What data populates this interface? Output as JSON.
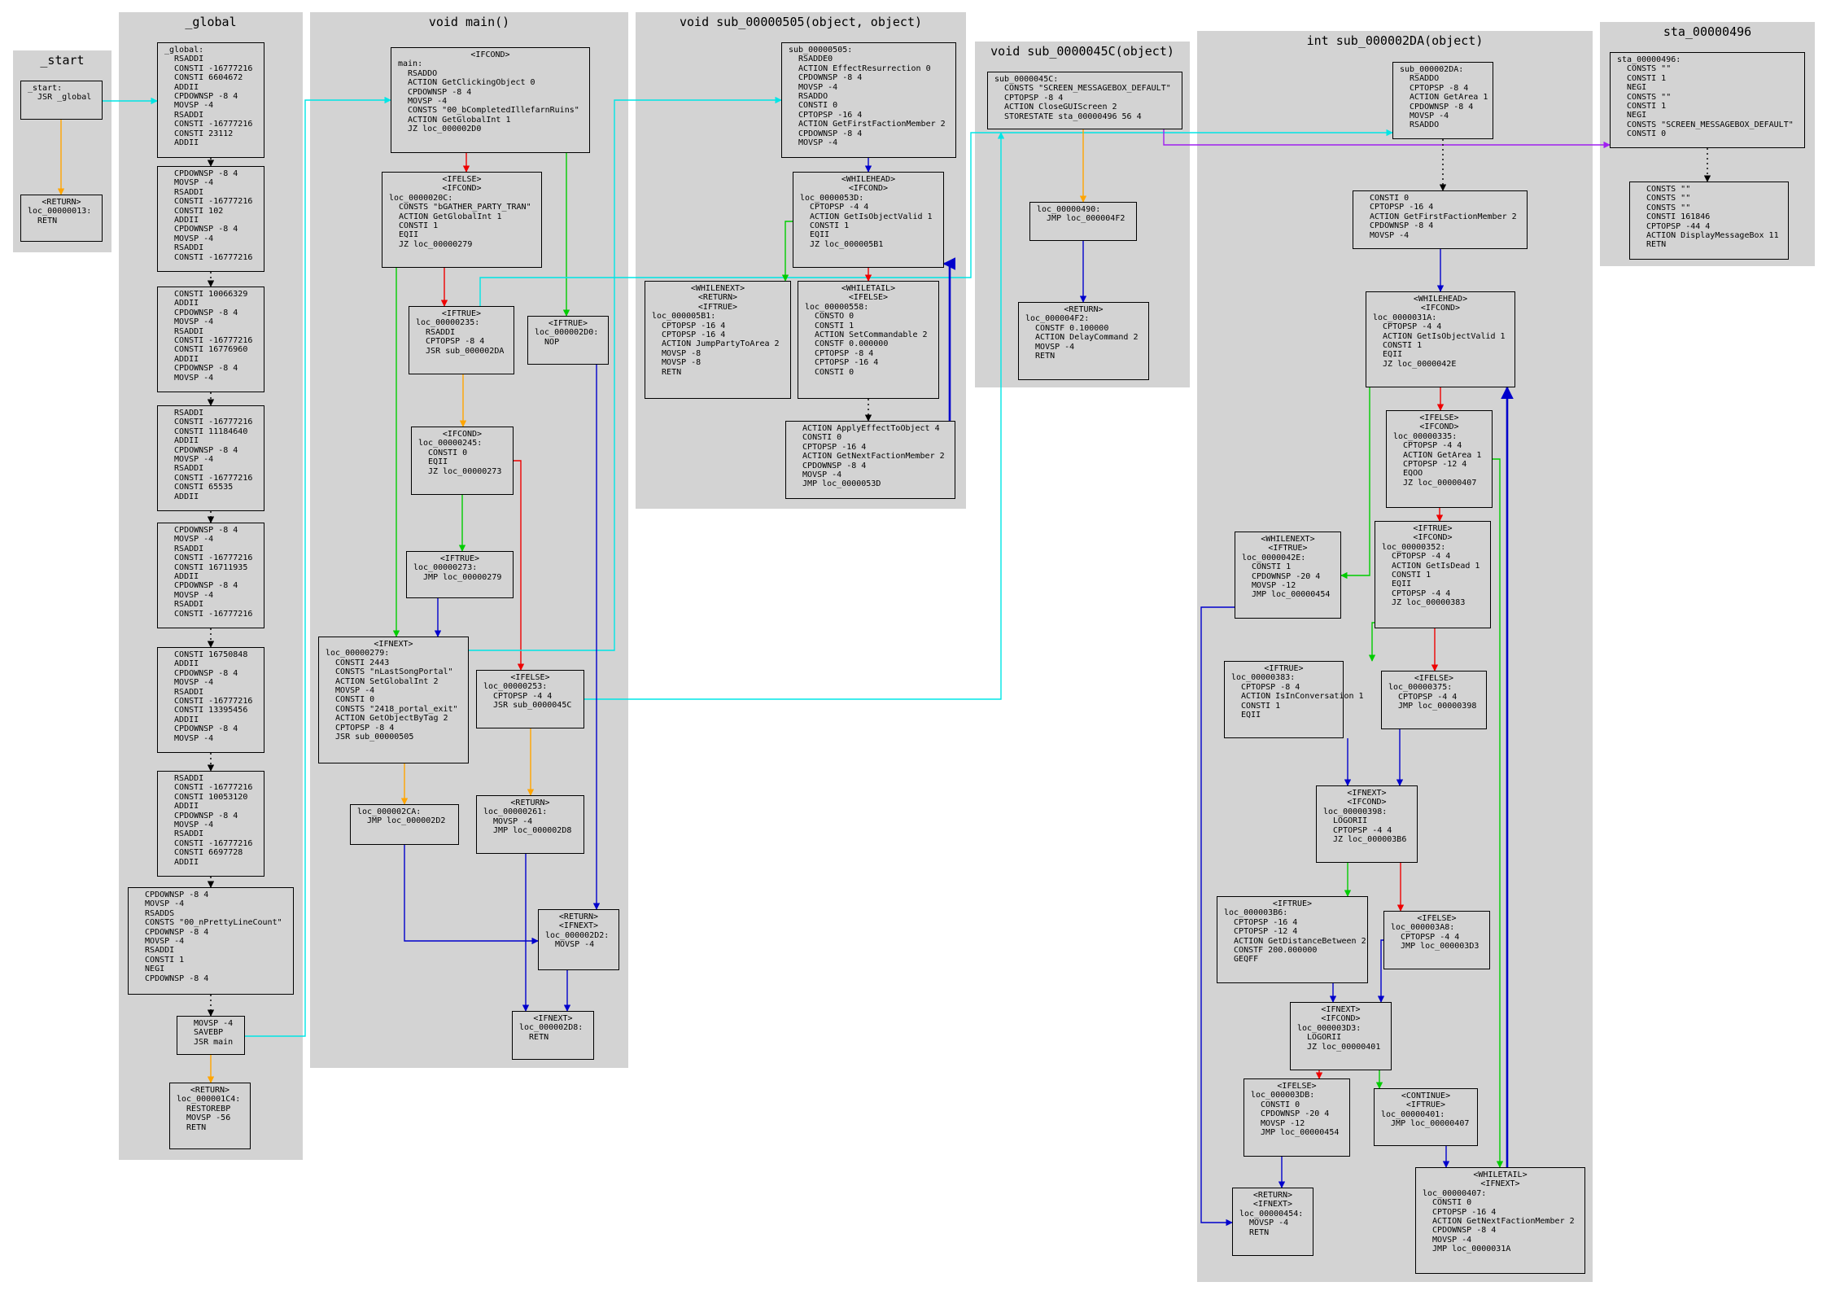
{
  "colors": {
    "cluster_fill": "#d3d3d3",
    "node_border": "#000000",
    "edge_fallthrough": "#ffa500",
    "edge_true": "#00cc00",
    "edge_false": "#ee0000",
    "edge_jump": "#0000cc",
    "edge_call": "#00e5e5",
    "edge_store": "#a020f0",
    "edge_sequence": "#000000"
  },
  "clusters": [
    {
      "id": "c_start",
      "title": "_start"
    },
    {
      "id": "c_global",
      "title": "_global"
    },
    {
      "id": "c_main",
      "title": "void main()"
    },
    {
      "id": "c_505",
      "title": "void sub_00000505(object, object)"
    },
    {
      "id": "c_45c",
      "title": "void sub_0000045C(object)"
    },
    {
      "id": "c_2da",
      "title": "int sub_000002DA(object)"
    },
    {
      "id": "c_sta",
      "title": "sta_00000496"
    }
  ],
  "nodes": [
    {
      "id": "start_main",
      "head": "",
      "body": "_start:\n  JSR _global"
    },
    {
      "id": "start_ret",
      "head": "<RETURN>",
      "body": "loc_00000013:\n  RETN"
    },
    {
      "id": "g1",
      "head": "",
      "body": "_global:\n  RSADDI\n  CONSTI -16777216\n  CONSTI 6604672\n  ADDII\n  CPDOWNSP -8 4\n  MOVSP -4\n  RSADDI\n  CONSTI -16777216\n  CONSTI 23112\n  ADDII"
    },
    {
      "id": "g2",
      "head": "",
      "body": "  CPDOWNSP -8 4\n  MOVSP -4\n  RSADDI\n  CONSTI -16777216\n  CONSTI 102\n  ADDII\n  CPDOWNSP -8 4\n  MOVSP -4\n  RSADDI\n  CONSTI -16777216"
    },
    {
      "id": "g3",
      "head": "",
      "body": "  CONSTI 10066329\n  ADDII\n  CPDOWNSP -8 4\n  MOVSP -4\n  RSADDI\n  CONSTI -16777216\n  CONSTI 16776960\n  ADDII\n  CPDOWNSP -8 4\n  MOVSP -4"
    },
    {
      "id": "g4",
      "head": "",
      "body": "  RSADDI\n  CONSTI -16777216\n  CONSTI 11184640\n  ADDII\n  CPDOWNSP -8 4\n  MOVSP -4\n  RSADDI\n  CONSTI -16777216\n  CONSTI 65535\n  ADDII"
    },
    {
      "id": "g5",
      "head": "",
      "body": "  CPDOWNSP -8 4\n  MOVSP -4\n  RSADDI\n  CONSTI -16777216\n  CONSTI 16711935\n  ADDII\n  CPDOWNSP -8 4\n  MOVSP -4\n  RSADDI\n  CONSTI -16777216"
    },
    {
      "id": "g6",
      "head": "",
      "body": "  CONSTI 16750848\n  ADDII\n  CPDOWNSP -8 4\n  MOVSP -4\n  RSADDI\n  CONSTI -16777216\n  CONSTI 13395456\n  ADDII\n  CPDOWNSP -8 4\n  MOVSP -4"
    },
    {
      "id": "g7",
      "head": "",
      "body": "  RSADDI\n  CONSTI -16777216\n  CONSTI 10053120\n  ADDII\n  CPDOWNSP -8 4\n  MOVSP -4\n  RSADDI\n  CONSTI -16777216\n  CONSTI 6697728\n  ADDII"
    },
    {
      "id": "g8",
      "head": "",
      "body": "  CPDOWNSP -8 4\n  MOVSP -4\n  RSADDS\n  CONSTS \"00_nPrettyLineCount\"\n  CPDOWNSP -8 4\n  MOVSP -4\n  RSADDI\n  CONSTI 1\n  NEGI\n  CPDOWNSP -8 4"
    },
    {
      "id": "g9",
      "head": "",
      "body": "  MOVSP -4\n  SAVEBP\n  JSR main"
    },
    {
      "id": "g_ret",
      "head": "<RETURN>",
      "body": "loc_000001C4:\n  RESTOREBP\n  MOVSP -56\n  RETN"
    },
    {
      "id": "m_main",
      "head": "<IFCOND>",
      "body": "main:\n  RSADDO\n  ACTION GetClickingObject 0\n  CPDOWNSP -8 4\n  MOVSP -4\n  CONSTS \"00_bCompletedIllefarnRuins\"\n  ACTION GetGlobalInt 1\n  JZ loc_000002D0"
    },
    {
      "id": "m_20c",
      "head": "<IFELSE>\n<IFCOND>",
      "body": "loc_0000020C:\n  CONSTS \"bGATHER_PARTY_TRAN\"\n  ACTION GetGlobalInt 1\n  CONSTI 1\n  EQII\n  JZ loc_00000279"
    },
    {
      "id": "m_235",
      "head": "<IFTRUE>",
      "body": "loc_00000235:\n  RSADDI\n  CPTOPSP -8 4\n  JSR sub_000002DA"
    },
    {
      "id": "m_2d0",
      "head": "<IFTRUE>",
      "body": "loc_000002D0:\n  NOP"
    },
    {
      "id": "m_245",
      "head": "<IFCOND>",
      "body": "loc_00000245:\n  CONSTI 0\n  EQII\n  JZ loc_00000273"
    },
    {
      "id": "m_273",
      "head": "<IFTRUE>",
      "body": "loc_00000273:\n  JMP loc_00000279"
    },
    {
      "id": "m_279",
      "head": "<IFNEXT>",
      "body": "loc_00000279:\n  CONSTI 2443\n  CONSTS \"nLastSongPortal\"\n  ACTION SetGlobalInt 2\n  MOVSP -4\n  CONSTI 0\n  CONSTS \"2418_portal_exit\"\n  ACTION GetObjectByTag 2\n  CPTOPSP -8 4\n  JSR sub_00000505"
    },
    {
      "id": "m_253",
      "head": "<IFELSE>",
      "body": "loc_00000253:\n  CPTOPSP -4 4\n  JSR sub_0000045C"
    },
    {
      "id": "m_2ca",
      "head": "",
      "body": "loc_000002CA:\n  JMP loc_000002D2"
    },
    {
      "id": "m_261",
      "head": "<RETURN>",
      "body": "loc_00000261:\n  MOVSP -4\n  JMP loc_000002D8"
    },
    {
      "id": "m_2d2",
      "head": "<RETURN>\n<IFNEXT>",
      "body": "loc_000002D2:\n  MOVSP -4"
    },
    {
      "id": "m_2d8",
      "head": "<IFNEXT>",
      "body": "loc_000002D8:\n  RETN"
    },
    {
      "id": "s_505",
      "head": "",
      "body": "sub_00000505:\n  RSADDE0\n  ACTION EffectResurrection 0\n  CPDOWNSP -8 4\n  MOVSP -4\n  RSADDO\n  CONSTI 0\n  CPTOPSP -16 4\n  ACTION GetFirstFactionMember 2\n  CPDOWNSP -8 4\n  MOVSP -4"
    },
    {
      "id": "s_53d",
      "head": "<WHILEHEAD>\n<IFCOND>",
      "body": "loc_0000053D:\n  CPTOPSP -4 4\n  ACTION GetIsObjectValid 1\n  CONSTI 1\n  EQII\n  JZ loc_000005B1"
    },
    {
      "id": "s_5b1",
      "head": "<WHILENEXT>\n<RETURN>\n<IFTRUE>",
      "body": "loc_000005B1:\n  CPTOPSP -16 4\n  CPTOPSP -16 4\n  ACTION JumpPartyToArea 2\n  MOVSP -8\n  MOVSP -8\n  RETN"
    },
    {
      "id": "s_558",
      "head": "<WHILETAIL>\n<IFELSE>",
      "body": "loc_00000558:\n  CONSTO 0\n  CONSTI 1\n  ACTION SetCommandable 2\n  CONSTF 0.000000\n  CPTOPSP -8 4\n  CPTOPSP -16 4\n  CONSTI 0"
    },
    {
      "id": "s_apply",
      "head": "",
      "body": "  ACTION ApplyEffectToObject 4\n  CONSTI 0\n  CPTOPSP -16 4\n  ACTION GetNextFactionMember 2\n  CPDOWNSP -8 4\n  MOVSP -4\n  JMP loc_0000053D"
    },
    {
      "id": "q_45c",
      "head": "",
      "body": "sub_0000045C:\n  CONSTS \"SCREEN_MESSAGEBOX_DEFAULT\"\n  CPTOPSP -8 4\n  ACTION CloseGUIScreen 2\n  STORESTATE sta_00000496 56 4"
    },
    {
      "id": "q_490",
      "head": "",
      "body": "loc_00000490:\n  JMP loc_000004F2"
    },
    {
      "id": "q_4f2",
      "head": "<RETURN>",
      "body": "loc_000004F2:\n  CONSTF 0.100000\n  ACTION DelayCommand 2\n  MOVSP -4\n  RETN"
    },
    {
      "id": "d_2da",
      "head": "",
      "body": "sub_000002DA:\n  RSADDO\n  CPTOPSP -8 4\n  ACTION GetArea 1\n  CPDOWNSP -8 4\n  MOVSP -4\n  RSADDO"
    },
    {
      "id": "d_first",
      "head": "",
      "body": "  CONSTI 0\n  CPTOPSP -16 4\n  ACTION GetFirstFactionMember 2\n  CPDOWNSP -8 4\n  MOVSP -4"
    },
    {
      "id": "d_31a",
      "head": "<WHILEHEAD>\n<IFCOND>",
      "body": "loc_0000031A:\n  CPTOPSP -4 4\n  ACTION GetIsObjectValid 1\n  CONSTI 1\n  EQII\n  JZ loc_0000042E"
    },
    {
      "id": "d_335",
      "head": "<IFELSE>\n<IFCOND>",
      "body": "loc_00000335:\n  CPTOPSP -4 4\n  ACTION GetArea 1\n  CPTOPSP -12 4\n  EQOO\n  JZ loc_00000407"
    },
    {
      "id": "d_42e",
      "head": "<WHILENEXT>\n<IFTRUE>",
      "body": "loc_0000042E:\n  CONSTI 1\n  CPDOWNSP -20 4\n  MOVSP -12\n  JMP loc_00000454"
    },
    {
      "id": "d_352",
      "head": "<IFTRUE>\n<IFCOND>",
      "body": "loc_00000352:\n  CPTOPSP -4 4\n  ACTION GetIsDead 1\n  CONSTI 1\n  EQII\n  CPTOPSP -4 4\n  JZ loc_00000383"
    },
    {
      "id": "d_383",
      "head": "<IFTRUE>",
      "body": "loc_00000383:\n  CPTOPSP -8 4\n  ACTION IsInConversation 1\n  CONSTI 1\n  EQII"
    },
    {
      "id": "d_375",
      "head": "<IFELSE>",
      "body": "loc_00000375:\n  CPTOPSP -4 4\n  JMP loc_00000398"
    },
    {
      "id": "d_398",
      "head": "<IFNEXT>\n<IFCOND>",
      "body": "loc_00000398:\n  LOGORII\n  CPTOPSP -4 4\n  JZ loc_000003B6"
    },
    {
      "id": "d_3b6",
      "head": "<IFTRUE>",
      "body": "loc_000003B6:\n  CPTOPSP -16 4\n  CPTOPSP -12 4\n  ACTION GetDistanceBetween 2\n  CONSTF 200.000000\n  GEQFF"
    },
    {
      "id": "d_3a8",
      "head": "<IFELSE>",
      "body": "loc_000003A8:\n  CPTOPSP -4 4\n  JMP loc_000003D3"
    },
    {
      "id": "d_3d3",
      "head": "<IFNEXT>\n<IFCOND>",
      "body": "loc_000003D3:\n  LOGORII\n  JZ loc_00000401"
    },
    {
      "id": "d_3db",
      "head": "<IFELSE>",
      "body": "loc_000003DB:\n  CONSTI 0\n  CPDOWNSP -20 4\n  MOVSP -12\n  JMP loc_00000454"
    },
    {
      "id": "d_401",
      "head": "<CONTINUE>\n<IFTRUE>",
      "body": "loc_00000401:\n  JMP loc_00000407"
    },
    {
      "id": "d_454",
      "head": "<RETURN>\n<IFNEXT>",
      "body": "loc_00000454:\n  MOVSP -4\n  RETN"
    },
    {
      "id": "d_407",
      "head": "<WHILETAIL>\n<IFNEXT>",
      "body": "loc_00000407:\n  CONSTI 0\n  CPTOPSP -16 4\n  ACTION GetNextFactionMember 2\n  CPDOWNSP -8 4\n  MOVSP -4\n  JMP loc_0000031A"
    },
    {
      "id": "t_496",
      "head": "",
      "body": "sta_00000496:\n  CONSTS \"\"\n  CONSTI 1\n  NEGI\n  CONSTS \"\"\n  CONSTI 1\n  NEGI\n  CONSTS \"SCREEN_MESSAGEBOX_DEFAULT\"\n  CONSTI 0"
    },
    {
      "id": "t_msg",
      "head": "",
      "body": "  CONSTS \"\"\n  CONSTS \"\"\n  CONSTS \"\"\n  CONSTI 161846\n  CPTOPSP -44 4\n  ACTION DisplayMessageBox 11\n  RETN"
    }
  ],
  "edges": [
    {
      "from": "start_main",
      "to": "start_ret",
      "kind": "fallthrough"
    },
    {
      "from": "start_main",
      "to": "g1",
      "kind": "call"
    },
    {
      "from": "g1",
      "to": "g2",
      "kind": "sequence"
    },
    {
      "from": "g2",
      "to": "g3",
      "kind": "sequence"
    },
    {
      "from": "g3",
      "to": "g4",
      "kind": "sequence"
    },
    {
      "from": "g4",
      "to": "g5",
      "kind": "sequence"
    },
    {
      "from": "g5",
      "to": "g6",
      "kind": "sequence"
    },
    {
      "from": "g6",
      "to": "g7",
      "kind": "sequence"
    },
    {
      "from": "g7",
      "to": "g8",
      "kind": "sequence"
    },
    {
      "from": "g8",
      "to": "g9",
      "kind": "sequence"
    },
    {
      "from": "g9",
      "to": "g_ret",
      "kind": "fallthrough"
    },
    {
      "from": "g9",
      "to": "m_main",
      "kind": "call"
    },
    {
      "from": "m_main",
      "to": "m_20c",
      "kind": "false"
    },
    {
      "from": "m_main",
      "to": "m_2d0",
      "kind": "true"
    },
    {
      "from": "m_20c",
      "to": "m_235",
      "kind": "false"
    },
    {
      "from": "m_20c",
      "to": "m_279",
      "kind": "true"
    },
    {
      "from": "m_235",
      "to": "m_245",
      "kind": "fallthrough"
    },
    {
      "from": "m_235",
      "to": "d_2da",
      "kind": "call"
    },
    {
      "from": "m_245",
      "to": "m_273",
      "kind": "true"
    },
    {
      "from": "m_245",
      "to": "m_253",
      "kind": "false"
    },
    {
      "from": "m_273",
      "to": "m_279",
      "kind": "jump"
    },
    {
      "from": "m_279",
      "to": "m_2ca",
      "kind": "fallthrough"
    },
    {
      "from": "m_279",
      "to": "s_505",
      "kind": "call"
    },
    {
      "from": "m_253",
      "to": "m_261",
      "kind": "fallthrough"
    },
    {
      "from": "m_253",
      "to": "q_45c",
      "kind": "call"
    },
    {
      "from": "m_2ca",
      "to": "m_2d2",
      "kind": "jump"
    },
    {
      "from": "m_261",
      "to": "m_2d8",
      "kind": "jump"
    },
    {
      "from": "m_2d0",
      "to": "m_2d2",
      "kind": "jump"
    },
    {
      "from": "m_2d2",
      "to": "m_2d8",
      "kind": "jump"
    },
    {
      "from": "s_505",
      "to": "s_53d",
      "kind": "jump"
    },
    {
      "from": "s_53d",
      "to": "s_558",
      "kind": "false"
    },
    {
      "from": "s_53d",
      "to": "s_5b1",
      "kind": "true"
    },
    {
      "from": "s_558",
      "to": "s_apply",
      "kind": "sequence"
    },
    {
      "from": "s_apply",
      "to": "s_53d",
      "kind": "jump"
    },
    {
      "from": "q_45c",
      "to": "q_490",
      "kind": "fallthrough"
    },
    {
      "from": "q_45c",
      "to": "t_496",
      "kind": "store"
    },
    {
      "from": "q_490",
      "to": "q_4f2",
      "kind": "jump"
    },
    {
      "from": "d_2da",
      "to": "d_first",
      "kind": "sequence"
    },
    {
      "from": "d_first",
      "to": "d_31a",
      "kind": "jump"
    },
    {
      "from": "d_31a",
      "to": "d_335",
      "kind": "false"
    },
    {
      "from": "d_31a",
      "to": "d_42e",
      "kind": "true"
    },
    {
      "from": "d_335",
      "to": "d_352",
      "kind": "false"
    },
    {
      "from": "d_335",
      "to": "d_407",
      "kind": "true"
    },
    {
      "from": "d_352",
      "to": "d_383",
      "kind": "true"
    },
    {
      "from": "d_352",
      "to": "d_375",
      "kind": "false"
    },
    {
      "from": "d_383",
      "to": "d_398",
      "kind": "jump"
    },
    {
      "from": "d_375",
      "to": "d_398",
      "kind": "jump"
    },
    {
      "from": "d_398",
      "to": "d_3b6",
      "kind": "true"
    },
    {
      "from": "d_398",
      "to": "d_3a8",
      "kind": "false"
    },
    {
      "from": "d_3b6",
      "to": "d_3d3",
      "kind": "jump"
    },
    {
      "from": "d_3a8",
      "to": "d_3d3",
      "kind": "jump"
    },
    {
      "from": "d_3d3",
      "to": "d_3db",
      "kind": "false"
    },
    {
      "from": "d_3d3",
      "to": "d_401",
      "kind": "true"
    },
    {
      "from": "d_3db",
      "to": "d_454",
      "kind": "jump"
    },
    {
      "from": "d_401",
      "to": "d_407",
      "kind": "jump"
    },
    {
      "from": "d_42e",
      "to": "d_454",
      "kind": "jump"
    },
    {
      "from": "d_407",
      "to": "d_31a",
      "kind": "jump"
    },
    {
      "from": "t_496",
      "to": "t_msg",
      "kind": "sequence"
    }
  ]
}
